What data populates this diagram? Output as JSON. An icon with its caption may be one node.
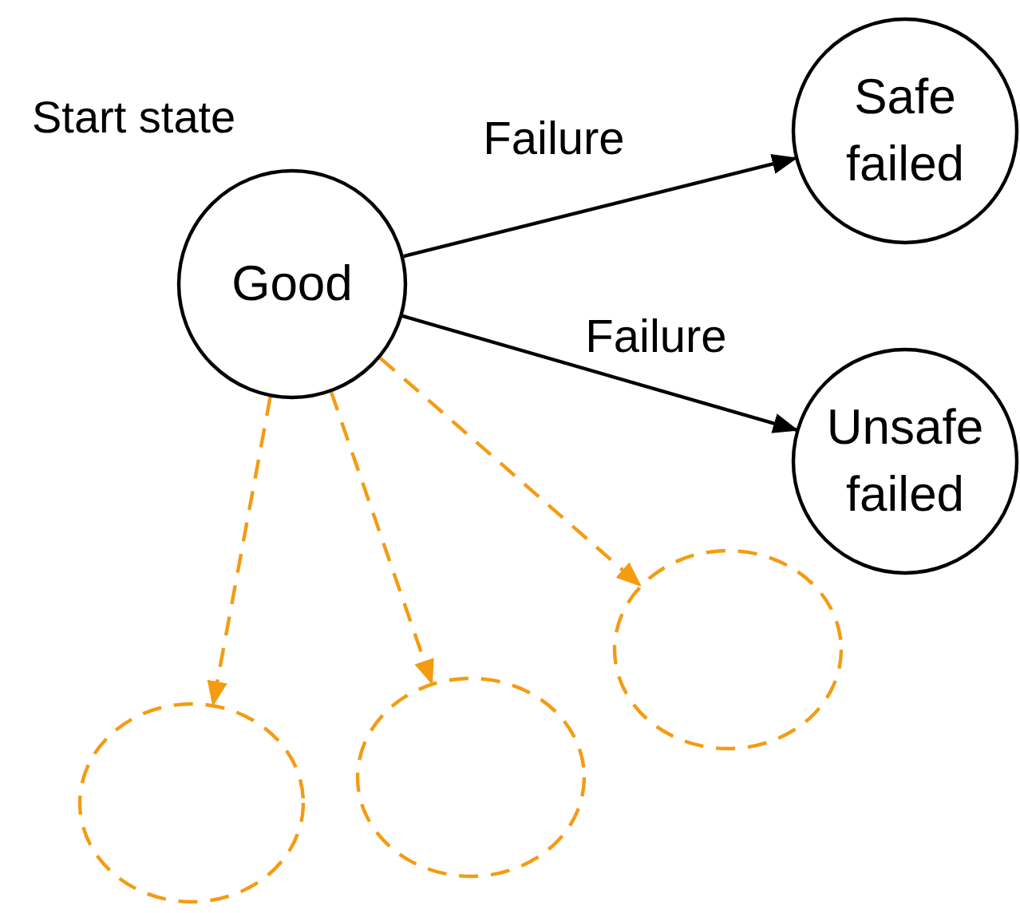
{
  "diagram": {
    "nodes": [
      {
        "text": [
          "Good"
        ],
        "beside": [
          "Start state"
        ]
      },
      {
        "text": [
          "Safe failed"
        ]
      },
      {
        "text": [
          "Unsafe failed"
        ]
      },
      {
        "text": [],
        "shape": "circle"
      },
      {
        "text": [],
        "shape": "circle"
      },
      {
        "text": [],
        "shape": "circle"
      }
    ],
    "edges": [
      {
        "from": 0,
        "to": 1,
        "arrow": "to",
        "label": "Failure",
        "color": "#000000"
      },
      {
        "from": 0,
        "to": 2,
        "arrow": "to",
        "label": "Failure",
        "color": "#000000"
      },
      {
        "from": 0,
        "to": 3,
        "arrow": "to",
        "style": "dashed"
      },
      {
        "from": 0,
        "to": 4,
        "arrow": "to",
        "style": "dashed"
      },
      {
        "from": 0,
        "to": 5,
        "arrow": "to",
        "style": "dashed"
      }
    ]
  }
}
